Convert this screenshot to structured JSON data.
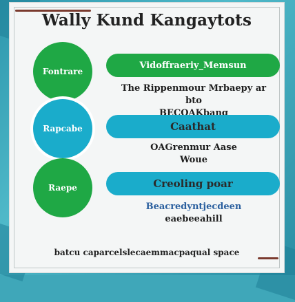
{
  "title": "Wally Kund Kangaytots",
  "rows": [
    {
      "circle_label": "Fontrare",
      "bar_label": "Vidoffraeriy_Memsun",
      "desc_line1": "The Rippenmour Mrbaepy ar bto",
      "desc_line2": "BECOAKbang",
      "circle_color": "#1fa845",
      "bar_color": "#1fa845"
    },
    {
      "circle_label": "Rapcabe",
      "bar_label": "Caathat",
      "desc_line1": "OAGrenmur Aase",
      "desc_line2": "Woue",
      "circle_color": "#1aaccb",
      "bar_color": "#1aaccb"
    },
    {
      "circle_label": "Raepe",
      "bar_label": "Creoling poar",
      "desc_line1": "Beacredyntjecdeen",
      "desc_line2": "eaebeeahill",
      "circle_color": "#1fa845",
      "bar_color": "#1aaccb"
    }
  ],
  "footer": "batcu caparcelslecaemmacpaqual space",
  "colors": {
    "green": "#1fa845",
    "cyan": "#1aaccb",
    "desc_blue": "#2a5f9e"
  }
}
